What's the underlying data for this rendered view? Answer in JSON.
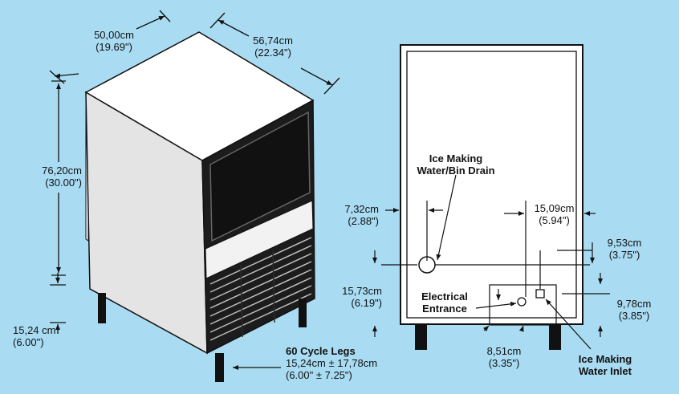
{
  "perspective_view": {
    "width": {
      "metric": "50,00cm",
      "imperial": "(19.69\")"
    },
    "depth": {
      "metric": "56,74cm",
      "imperial": "(22.34\")"
    },
    "height": {
      "metric": "76,20cm",
      "imperial": "(30.00\")"
    },
    "leg_height": {
      "metric": "15,24 cm",
      "imperial": "(6.00\")"
    },
    "legs_note": {
      "title": "60 Cycle Legs",
      "metric": "15,24cm ± 17,78cm",
      "imperial": "(6.00\" ± 7.25\")"
    }
  },
  "rear_view": {
    "drain_label": {
      "line1": "Ice Making",
      "line2": "Water/Bin Drain"
    },
    "drain_offset": {
      "metric": "7,32cm",
      "imperial": "(2.88\")"
    },
    "inlet_offset": {
      "metric": "15,09cm",
      "imperial": "(5.94\")"
    },
    "side_height": {
      "metric": "9,53cm",
      "imperial": "(3.75\")"
    },
    "drain_height": {
      "metric": "15,73cm",
      "imperial": "(6.19\")"
    },
    "electrical_label": {
      "line1": "Electrical",
      "line2": "Entrance"
    },
    "box_height": {
      "metric": "9,78cm",
      "imperial": "(3.85\")"
    },
    "box_width": {
      "metric": "8,51cm",
      "imperial": "(3.35\")"
    },
    "inlet_label": {
      "line1": "Ice Making",
      "line2": "Water Inlet"
    }
  }
}
